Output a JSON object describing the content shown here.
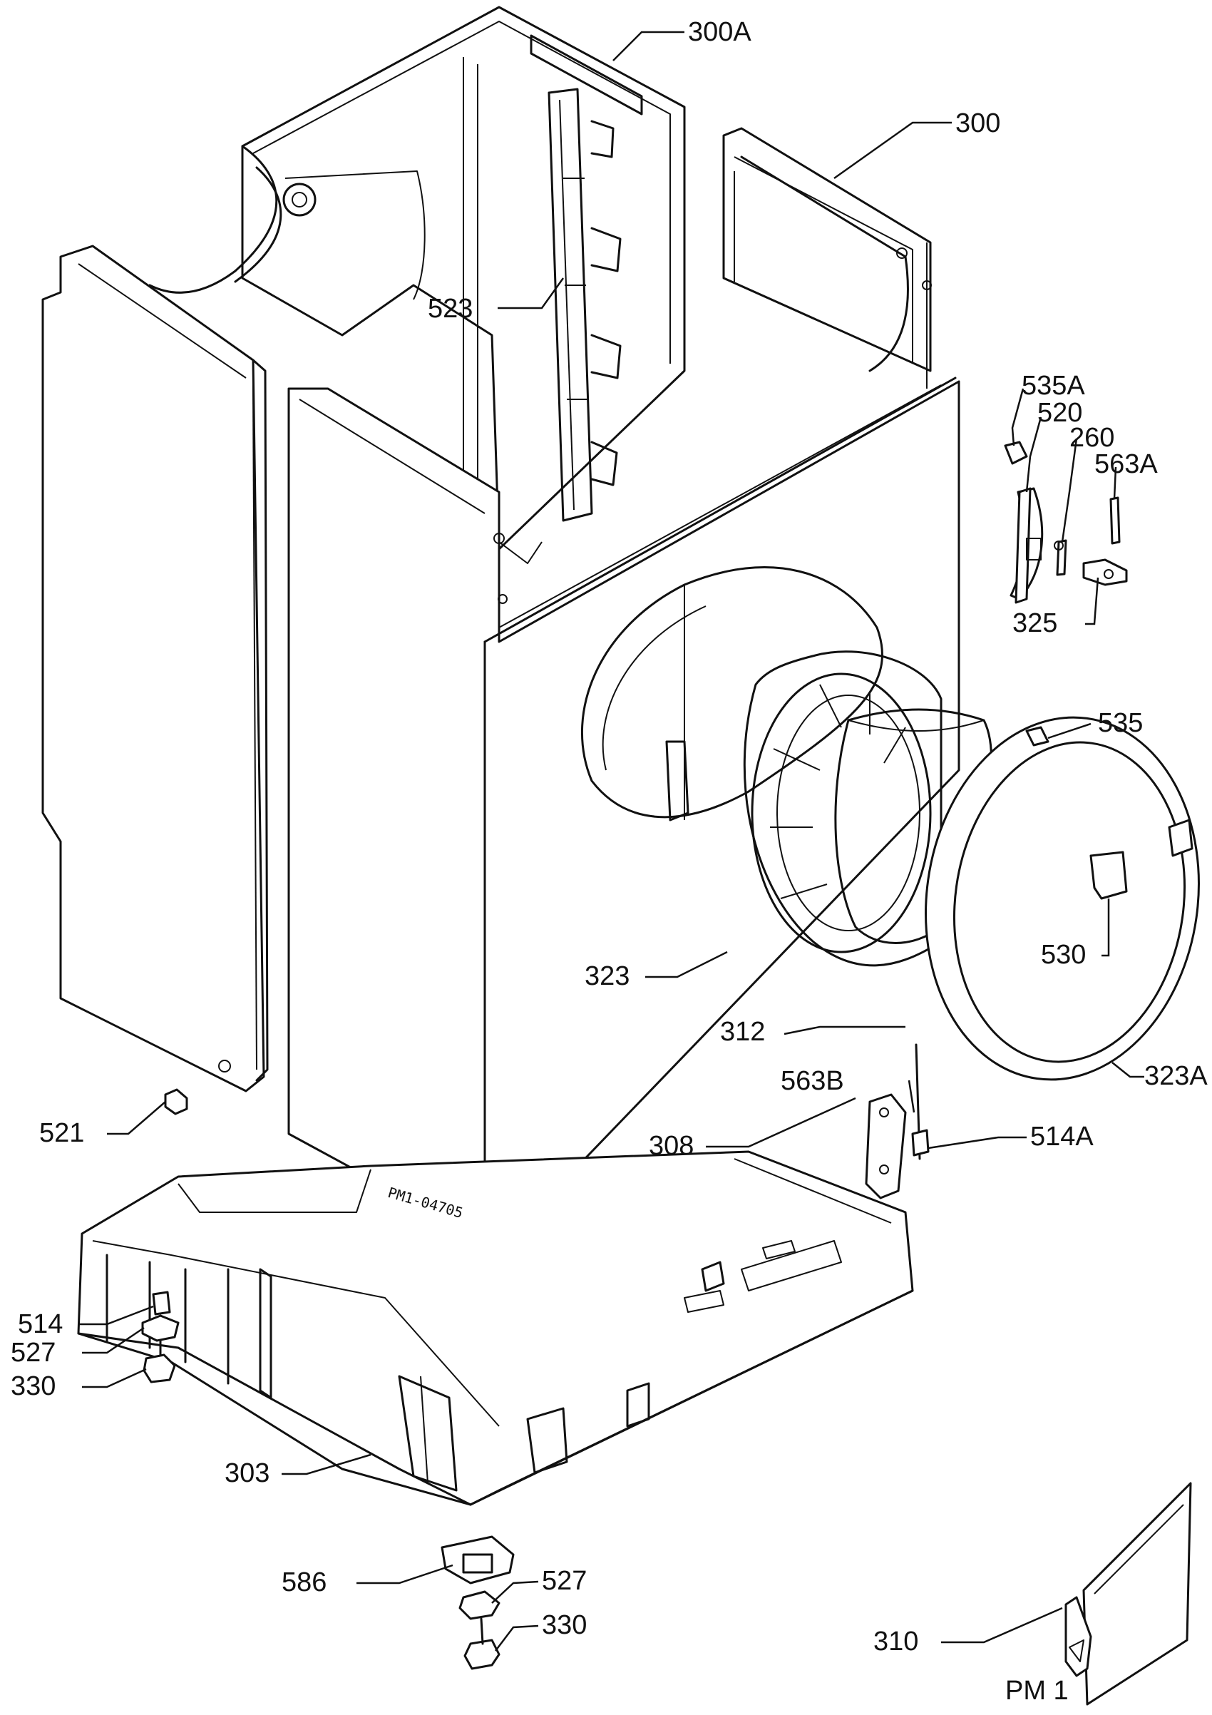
{
  "labels": {
    "p300A": "300A",
    "p300": "300",
    "p523": "523",
    "p535A": "535A",
    "p520": "520",
    "p260": "260",
    "p563A": "563A",
    "p325": "325",
    "p535": "535",
    "p323": "323",
    "p530": "530",
    "p312": "312",
    "p323A": "323A",
    "p563B": "563B",
    "p308": "308",
    "p514A": "514A",
    "p521": "521",
    "p514": "514",
    "p527_left": "527",
    "p330_left": "330",
    "p303": "303",
    "p586": "586",
    "p527_bottom": "527",
    "p330_bottom": "330",
    "p310": "310"
  },
  "drawing_code": "PM1-04705",
  "sheet_code": "PM 1"
}
